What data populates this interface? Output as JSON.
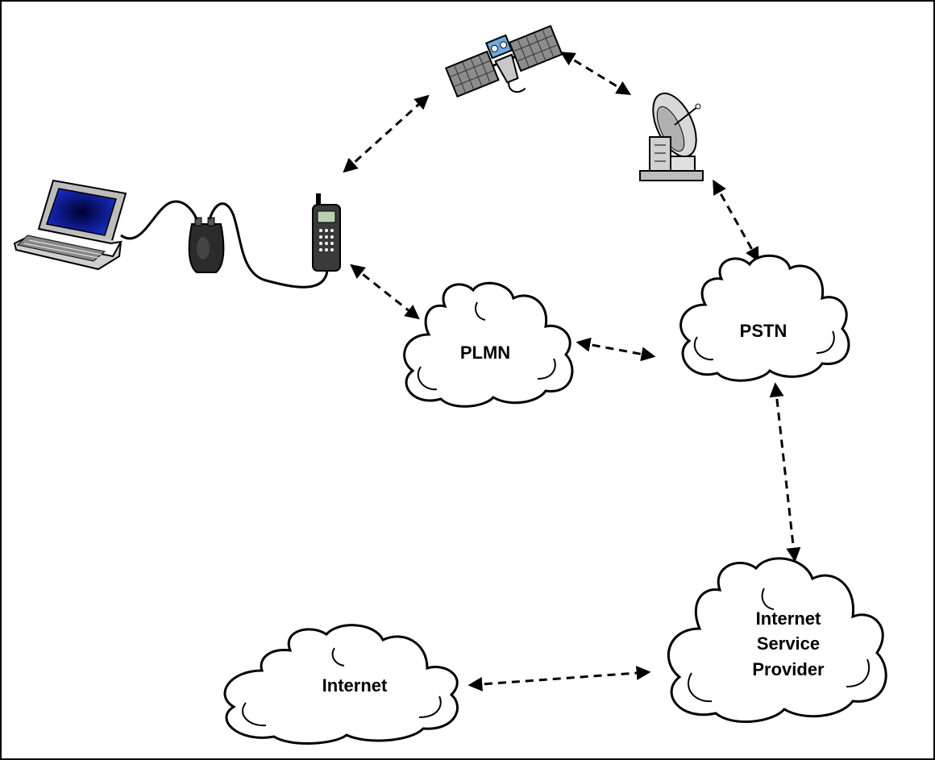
{
  "nodes": {
    "plmn": "PLMN",
    "pstn": "PSTN",
    "isp_line1": "Internet",
    "isp_line2": "Service",
    "isp_line3": "Provider",
    "internet": "Internet"
  },
  "icons": [
    "laptop-icon",
    "modem-icon",
    "mobile-phone-icon",
    "satellite-icon",
    "satellite-dish-icon"
  ],
  "colors": {
    "stroke": "#000000",
    "background": "#ffffff",
    "screen": "#1a1a8c"
  }
}
